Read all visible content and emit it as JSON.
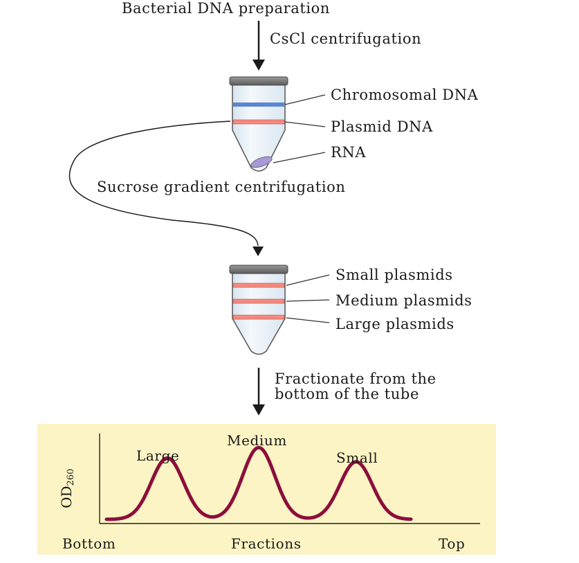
{
  "steps": {
    "start": "Bacterial DNA preparation",
    "csCl": "CsCl centrifugation",
    "sucrose": "Sucrose gradient centrifugation",
    "fractionate_line1": "Fractionate from the",
    "fractionate_line2": "bottom of the tube"
  },
  "tube1_labels": {
    "chromosomal": "Chromosomal DNA",
    "plasmid": "Plasmid DNA",
    "rna": "RNA"
  },
  "tube2_labels": {
    "small": "Small plasmids",
    "medium": "Medium plasmids",
    "large": "Large plasmids"
  },
  "plot": {
    "ylabel_main": "OD",
    "ylabel_sub": "260",
    "xlabel": "Fractions",
    "x_left": "Bottom",
    "x_right": "Top",
    "peaks": [
      {
        "label": "Large",
        "position": 0.2,
        "height": 0.82
      },
      {
        "label": "Medium",
        "position": 0.5,
        "height": 0.96
      },
      {
        "label": "Small",
        "position": 0.82,
        "height": 0.77
      }
    ]
  },
  "colors": {
    "curve": "#8b0f3c",
    "panel_bg": "#fcf4c4",
    "chromosomal_band": "#5b86d6",
    "plasmid_band": "#f28b7f",
    "rna_pellet": "#a89ad8",
    "tube_cap": "#6e6e6e"
  }
}
